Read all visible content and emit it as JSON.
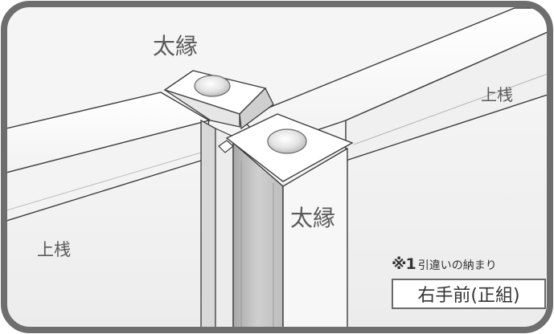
{
  "labels": {
    "top_rail_cap": "太縁",
    "front_post_cap": "太縁",
    "top_rail_right": "上桟",
    "top_rail_left": "上桟"
  },
  "note": {
    "mark": "※1",
    "text": "引違いの納まり"
  },
  "boxed_label": "右手前(正組)",
  "colors": {
    "frame_border": "#6e6e6e",
    "stroke": "#3c3c3c",
    "label_text": "#5a5a5a"
  }
}
